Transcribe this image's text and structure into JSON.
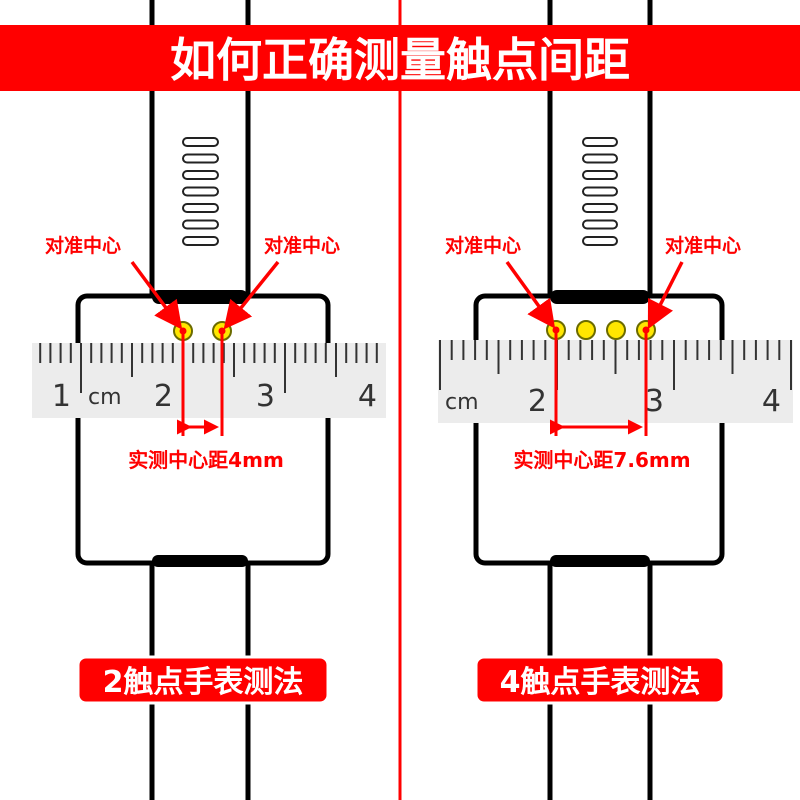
{
  "title": "如何正确测量触点间距",
  "colors": {
    "accent": "#ff0000",
    "contact": "#ffe600",
    "strap": "#000000"
  },
  "panels": [
    {
      "align_label_left": "对准中心",
      "align_label_right": "对准中心",
      "ruler_labels": [
        "1",
        "cm",
        "2",
        "3",
        "4"
      ],
      "contacts": 2,
      "measurement": "实测中心距4mm",
      "method": "2触点手表测法"
    },
    {
      "align_label_left": "对准中心",
      "align_label_right": "对准中心",
      "ruler_labels": [
        "cm",
        "2",
        "3",
        "4"
      ],
      "contacts": 4,
      "measurement": "实测中心距7.6mm",
      "method": "4触点手表测法"
    }
  ]
}
